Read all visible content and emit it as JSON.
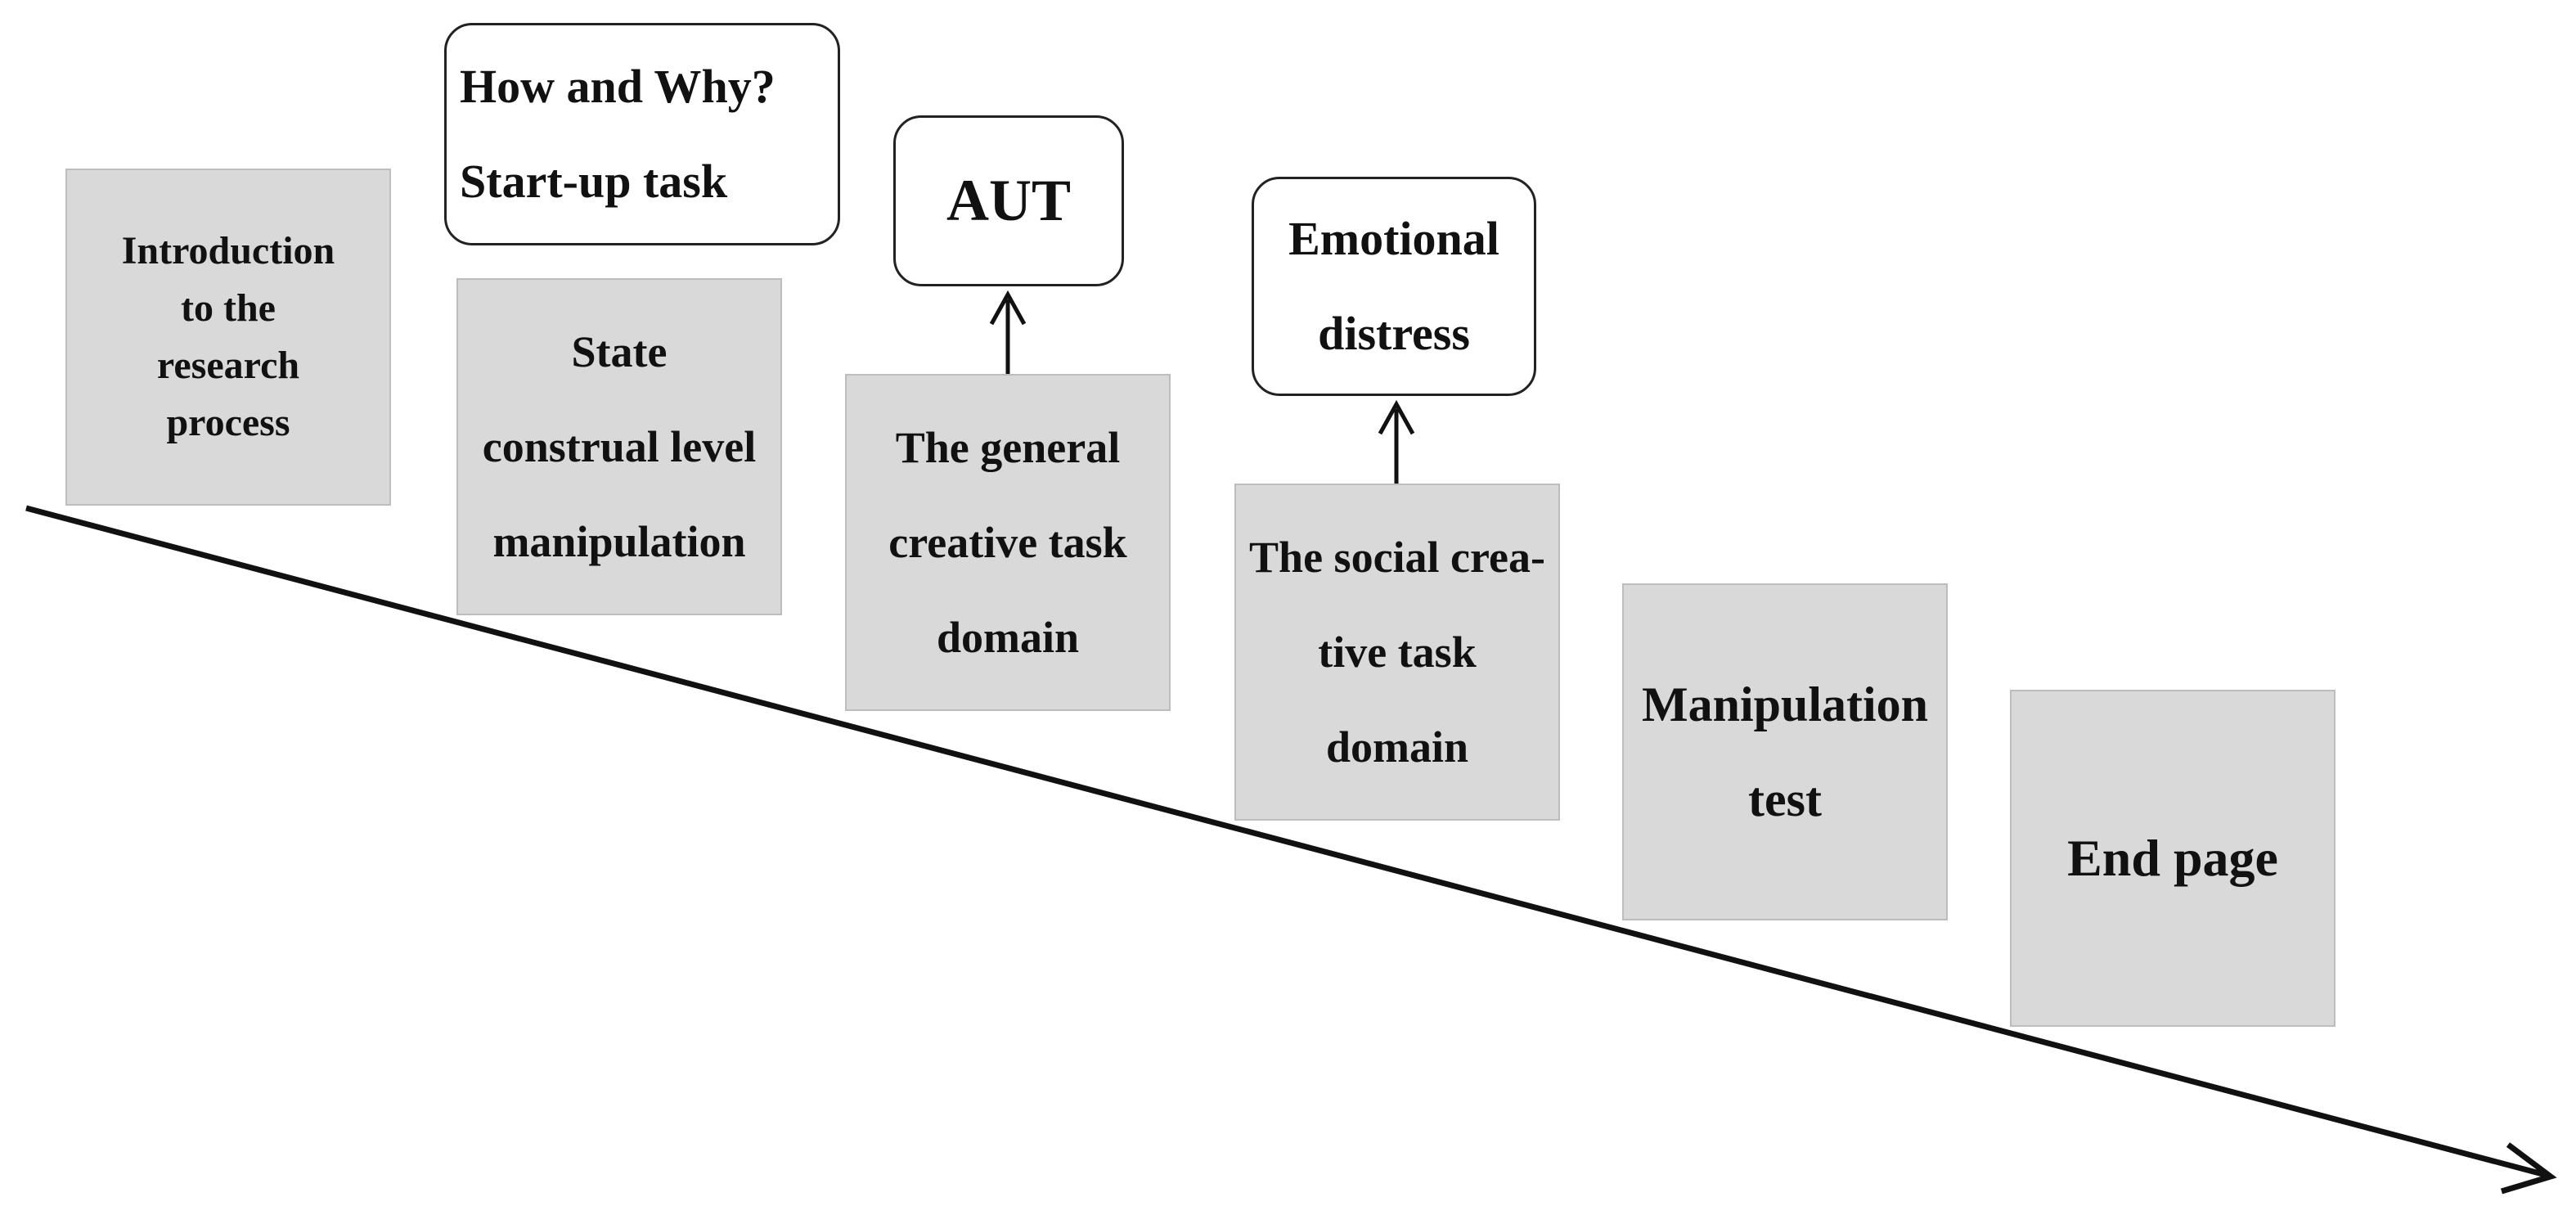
{
  "steps": [
    {
      "text": "Introduction\nto the\nresearch\nprocess"
    },
    {
      "text": "State\nconstrual level\nmanipulation"
    },
    {
      "text": "The general\ncreative task\ndomain"
    },
    {
      "text": "The social crea-\ntive task\ndomain"
    },
    {
      "text": "Manipulation\ntest"
    },
    {
      "text": "End page"
    }
  ],
  "notes": [
    {
      "text": "How and Why?\nStart-up task"
    },
    {
      "text": "AUT"
    },
    {
      "text": "Emotional\ndistress"
    }
  ],
  "colors": {
    "step_fill": "#d9d9d9",
    "step_border": "#bdbdbd",
    "note_border": "#222222",
    "line": "#111111"
  }
}
